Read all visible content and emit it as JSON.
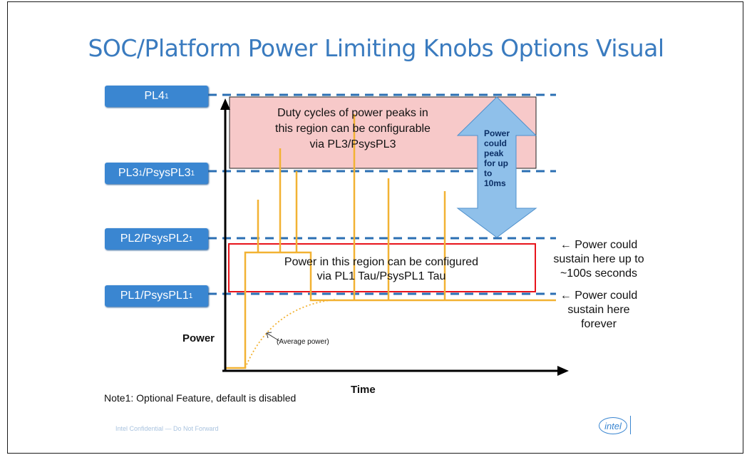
{
  "title": "SOC/Platform Power Limiting Knobs Options Visual",
  "levels": [
    {
      "label": "PL4",
      "sup": "1"
    },
    {
      "label": "PL3",
      "sup": "1",
      "label2": "/PsysPL3",
      "sup2": "1"
    },
    {
      "label": "PL2/PsysPL2",
      "sup": "1"
    },
    {
      "label": "PL1/PsysPL1",
      "sup": "1"
    }
  ],
  "pink_region_text": [
    "Duty cycles of power peaks in",
    "this region can be configurable",
    "via PL3/PsysPL3"
  ],
  "red_region_text": [
    "Power in this region can be configured",
    "via PL1 Tau/PsysPL1 Tau"
  ],
  "peak_arrow_text": [
    "Power",
    "could",
    "peak",
    "for up",
    "to",
    "10ms"
  ],
  "sustain_pl2_text": [
    "← Power could",
    "sustain here up to",
    "~100s seconds"
  ],
  "sustain_pl1_text": [
    "← Power could",
    "sustain here",
    "forever"
  ],
  "avg_power_label": "(Average power)",
  "y_axis_label": "Power",
  "x_axis_label": "Time",
  "note": "Note1: Optional Feature, default is disabled",
  "footer": "Intel Confidential — Do Not Forward",
  "logo": "intel",
  "colors": {
    "title": "#3a7bbf",
    "level_box": "#3a86d1",
    "dash": "#2b6fb3",
    "pink": "#f5c6c6",
    "red_box": "#e8141b",
    "trace": "#f2b233",
    "arrow": "#7fb6e6"
  }
}
